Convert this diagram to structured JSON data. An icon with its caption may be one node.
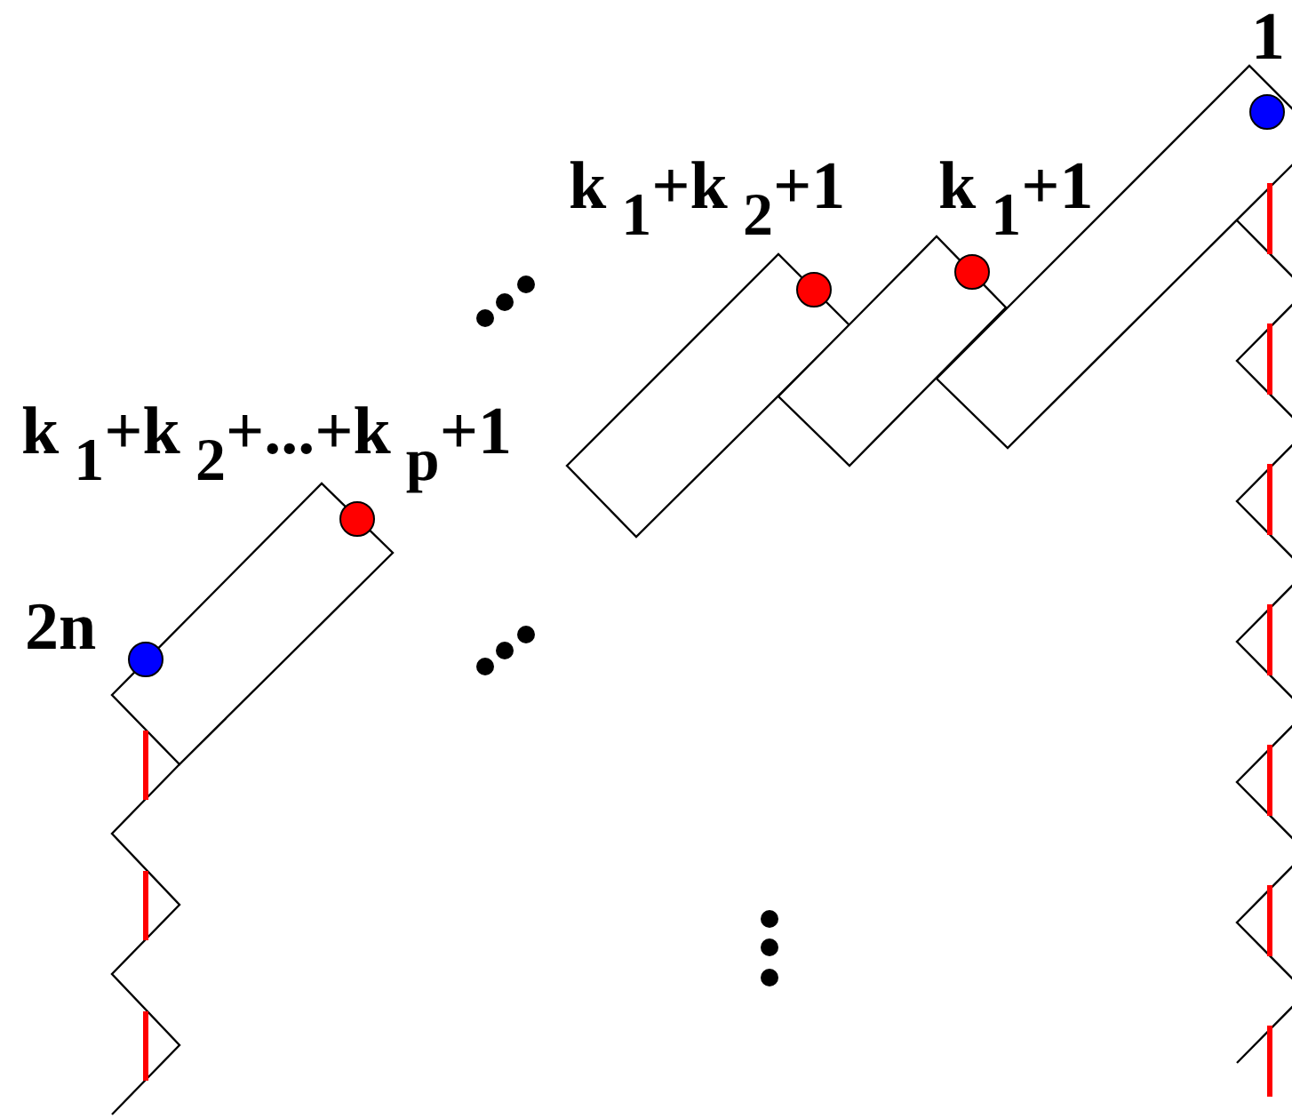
{
  "diagram": {
    "labels": [
      "1",
      "k$_{1}$+k$_{2}$+1",
      "k$_{1}$+1",
      "k$_{1}$+k$_{2}$+...+k$_{p}$+1",
      "2n"
    ]
  }
}
